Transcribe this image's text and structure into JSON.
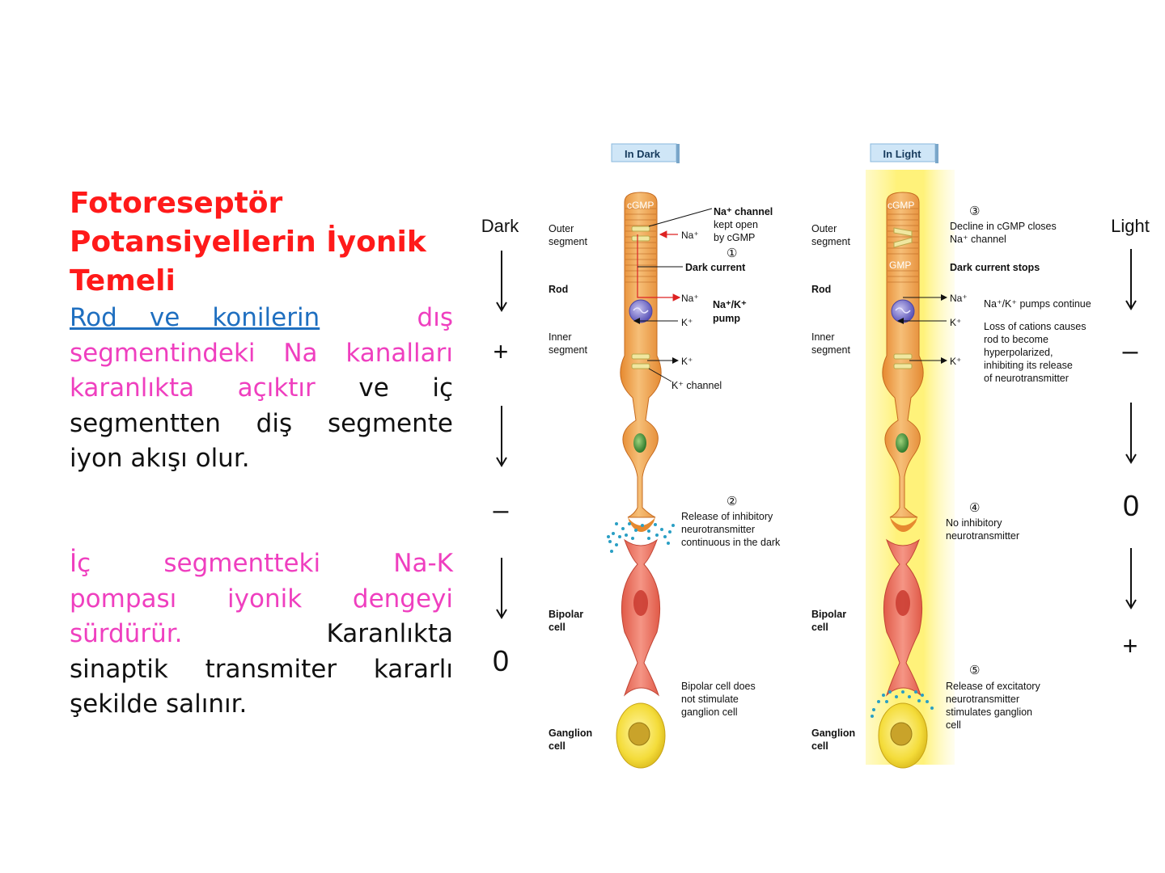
{
  "title": {
    "line1": "Fotoreseptör",
    "line2": "Potansiyellerin İyonik",
    "line3": "Temeli"
  },
  "para1": {
    "blue": "Rod ve konilerin",
    "pink1": "dış",
    "pink2": "segmentindeki Na kanalları",
    "pink3": "karanlıkta açıktır",
    "black1": "ve iç",
    "black2": "segmentten diş segmente",
    "black3": "iyon akışı olur."
  },
  "para2": {
    "pink1": "İç segmentteki Na-K",
    "pink2": "pompası iyonik dengeyi",
    "pink3": "sürdürür.",
    "black1": "Karanlıkta",
    "black2": "sinaptik transmiter kararlı",
    "black3": "şekilde salınır."
  },
  "figure": {
    "dark_header": "In Dark",
    "light_header": "In Light",
    "dark_side": {
      "label": "Dark",
      "signs": [
        "+",
        "–",
        "0"
      ]
    },
    "light_side": {
      "label": "Light",
      "signs": [
        "–",
        "0",
        "+"
      ]
    },
    "left_labels": {
      "outer": [
        "Outer",
        "segment"
      ],
      "rod": "Rod",
      "inner": [
        "Inner",
        "segment"
      ],
      "bipolar": [
        "Bipolar",
        "cell"
      ],
      "ganglion": [
        "Ganglion",
        "cell"
      ]
    },
    "dark": {
      "cgmp": "cGMP",
      "na": "Na⁺",
      "na_channel": [
        "Na⁺ channel",
        "kept open",
        "by cGMP"
      ],
      "n1": "①",
      "dark_current": "Dark current",
      "na2": "Na⁺",
      "pump": [
        "Na⁺/K⁺",
        "pump"
      ],
      "k1": "K⁺",
      "k2": "K⁺",
      "k_channel": "K⁺ channel",
      "n2": "②",
      "release": [
        "Release of inhibitory",
        "neurotransmitter",
        "continuous in the dark"
      ],
      "bipolar_note": [
        "Bipolar cell does",
        "not stimulate",
        "ganglion cell"
      ]
    },
    "light": {
      "cgmp": "cGMP",
      "gmp": "GMP",
      "n3": "③",
      "decline": [
        "Decline in cGMP closes",
        "Na⁺ channel"
      ],
      "stops": "Dark current stops",
      "na": "Na⁺",
      "pumps_continue": "Na⁺/K⁺ pumps continue",
      "k1": "K⁺",
      "k2": "K⁺",
      "loss": [
        "Loss of cations causes",
        "rod to become",
        "hyperpolarized,",
        "inhibiting its release",
        "of neurotransmitter"
      ],
      "n4": "④",
      "no_inhibitory": [
        "No inhibitory",
        "neurotransmitter"
      ],
      "n5": "⑤",
      "release_exc": [
        "Release of excitatory",
        "neurotransmitter",
        "stimulates ganglion",
        "cell"
      ]
    }
  }
}
